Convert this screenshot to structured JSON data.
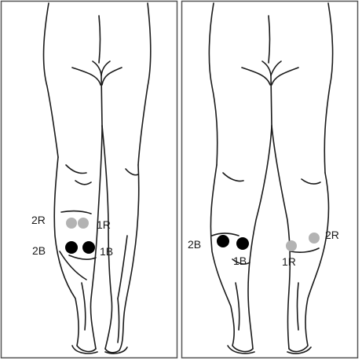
{
  "colors": {
    "outline": "#1a1a1a",
    "frame": "#555555",
    "marker_black": "#000000",
    "marker_gray": "#b3b3b3",
    "background": "#ffffff"
  },
  "panels": [
    {
      "markers": [
        {
          "label": "2R",
          "color": "gray"
        },
        {
          "label": "1R",
          "color": "gray"
        },
        {
          "label": "2B",
          "color": "black"
        },
        {
          "label": "1B",
          "color": "black"
        }
      ]
    },
    {
      "markers": [
        {
          "label": "2B",
          "color": "black"
        },
        {
          "label": "1B",
          "color": "black"
        },
        {
          "label": "1R",
          "color": "gray"
        },
        {
          "label": "2R",
          "color": "gray"
        }
      ]
    }
  ]
}
